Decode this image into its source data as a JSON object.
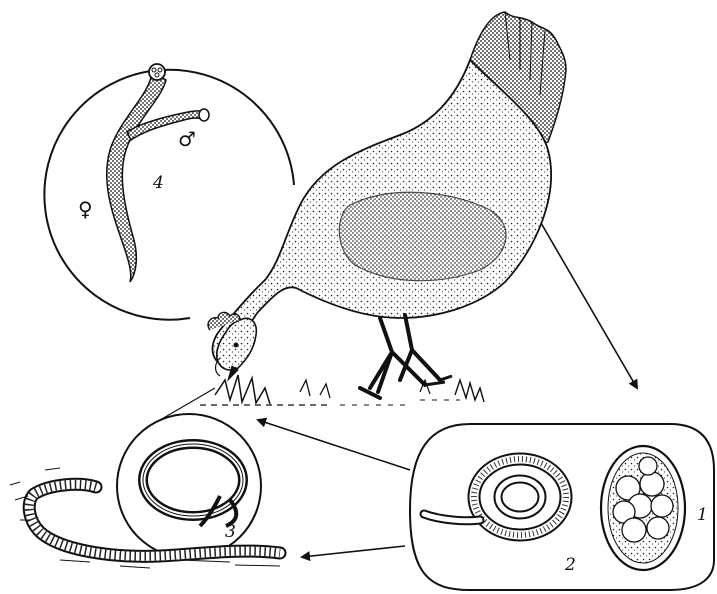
{
  "labels": {
    "egg": "1",
    "larva": "2",
    "earthworm_inset": "3",
    "adult_worms": "4"
  },
  "symbols": {
    "female": "♀",
    "male": "♂"
  }
}
